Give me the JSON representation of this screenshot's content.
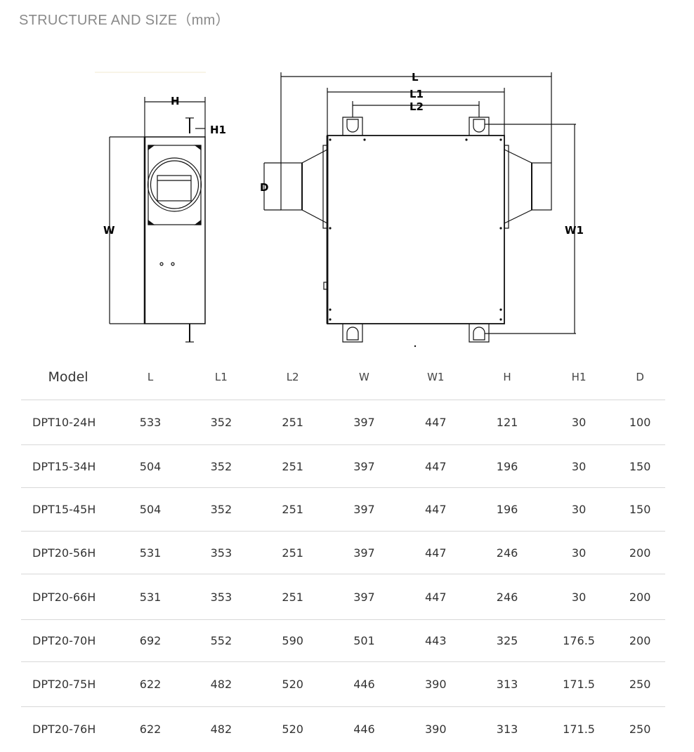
{
  "header": {
    "title": "STRUCTURE AND SIZE（mm）"
  },
  "drawing": {
    "labels": {
      "H": "H",
      "H1": "H1",
      "W": "W",
      "L": "L",
      "L1": "L1",
      "L2": "L2",
      "D": "D",
      "W1": "W1"
    }
  },
  "table": {
    "columns": [
      "Model",
      "L",
      "L1",
      "L2",
      "W",
      "W1",
      "H",
      "H1",
      "D"
    ],
    "rows": [
      [
        "DPT10-24H",
        "533",
        "352",
        "251",
        "397",
        "447",
        "121",
        "30",
        "100"
      ],
      [
        "DPT15-34H",
        "504",
        "352",
        "251",
        "397",
        "447",
        "196",
        "30",
        "150"
      ],
      [
        "DPT15-45H",
        "504",
        "352",
        "251",
        "397",
        "447",
        "196",
        "30",
        "150"
      ],
      [
        "DPT20-56H",
        "531",
        "353",
        "251",
        "397",
        "447",
        "246",
        "30",
        "200"
      ],
      [
        "DPT20-66H",
        "531",
        "353",
        "251",
        "397",
        "447",
        "246",
        "30",
        "200"
      ],
      [
        "DPT20-70H",
        "692",
        "552",
        "590",
        "501",
        "443",
        "325",
        "176.5",
        "200"
      ],
      [
        "DPT20-75H",
        "622",
        "482",
        "520",
        "446",
        "390",
        "313",
        "171.5",
        "250"
      ],
      [
        "DPT20-76H",
        "622",
        "482",
        "520",
        "446",
        "390",
        "313",
        "171.5",
        "250"
      ]
    ]
  }
}
